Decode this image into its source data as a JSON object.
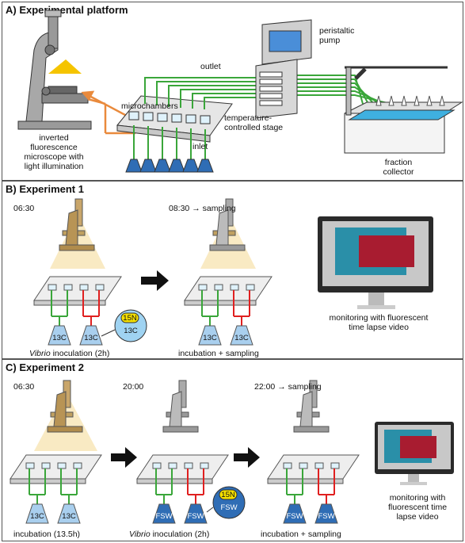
{
  "panelA": {
    "title": "A) Experimental platform",
    "label_peristaltic": "peristaltic\npump",
    "label_outlet": "outlet",
    "label_microchambers": "microchambers",
    "label_stage": "temperature-\ncontrolled stage",
    "label_inlet": "inlet",
    "label_microscope": "inverted\nfluorescence\nmicroscope with\nlight illumination",
    "label_fraction": "fraction\ncollector"
  },
  "panelB": {
    "title": "B) Experiment 1",
    "time1": "06:30",
    "time2": "08:30 → sampling",
    "flask1": "13C",
    "flask2": "13C",
    "flask3": "13C",
    "flask4": "13C",
    "bubble_top": "15N",
    "bubble_bottom": "13C",
    "caption1_italic": "Vibrio",
    "caption1_rest": " inoculation (2h)",
    "caption2": "incubation + sampling",
    "monitor_caption": "monitoring with fluorescent\ntime lapse video"
  },
  "panelC": {
    "title": "C) Experiment 2",
    "time1": "06:30",
    "time2": "20:00",
    "time3": "22:00 → sampling",
    "flask1": "13C",
    "flask2": "13C",
    "flask3": "FSW",
    "flask4": "FSW",
    "flask5": "FSW",
    "flask6": "FSW",
    "bubble_top": "15N",
    "bubble_bottom": "FSW",
    "caption1": "incubation (13.5h)",
    "caption2_italic": "Vibrio",
    "caption2_rest": " inoculation (2h)",
    "caption3": "incubation + sampling",
    "monitor_caption": "monitoring with\nfluorescent time\nlapse video"
  },
  "colors": {
    "tube_green": "#3aa63a",
    "tube_red": "#e02020",
    "light_yellow": "#f5c400",
    "arrow_orange": "#e98a3c",
    "flask_blue": "#2f6db5",
    "stage_blue": "#3fb0e0"
  }
}
